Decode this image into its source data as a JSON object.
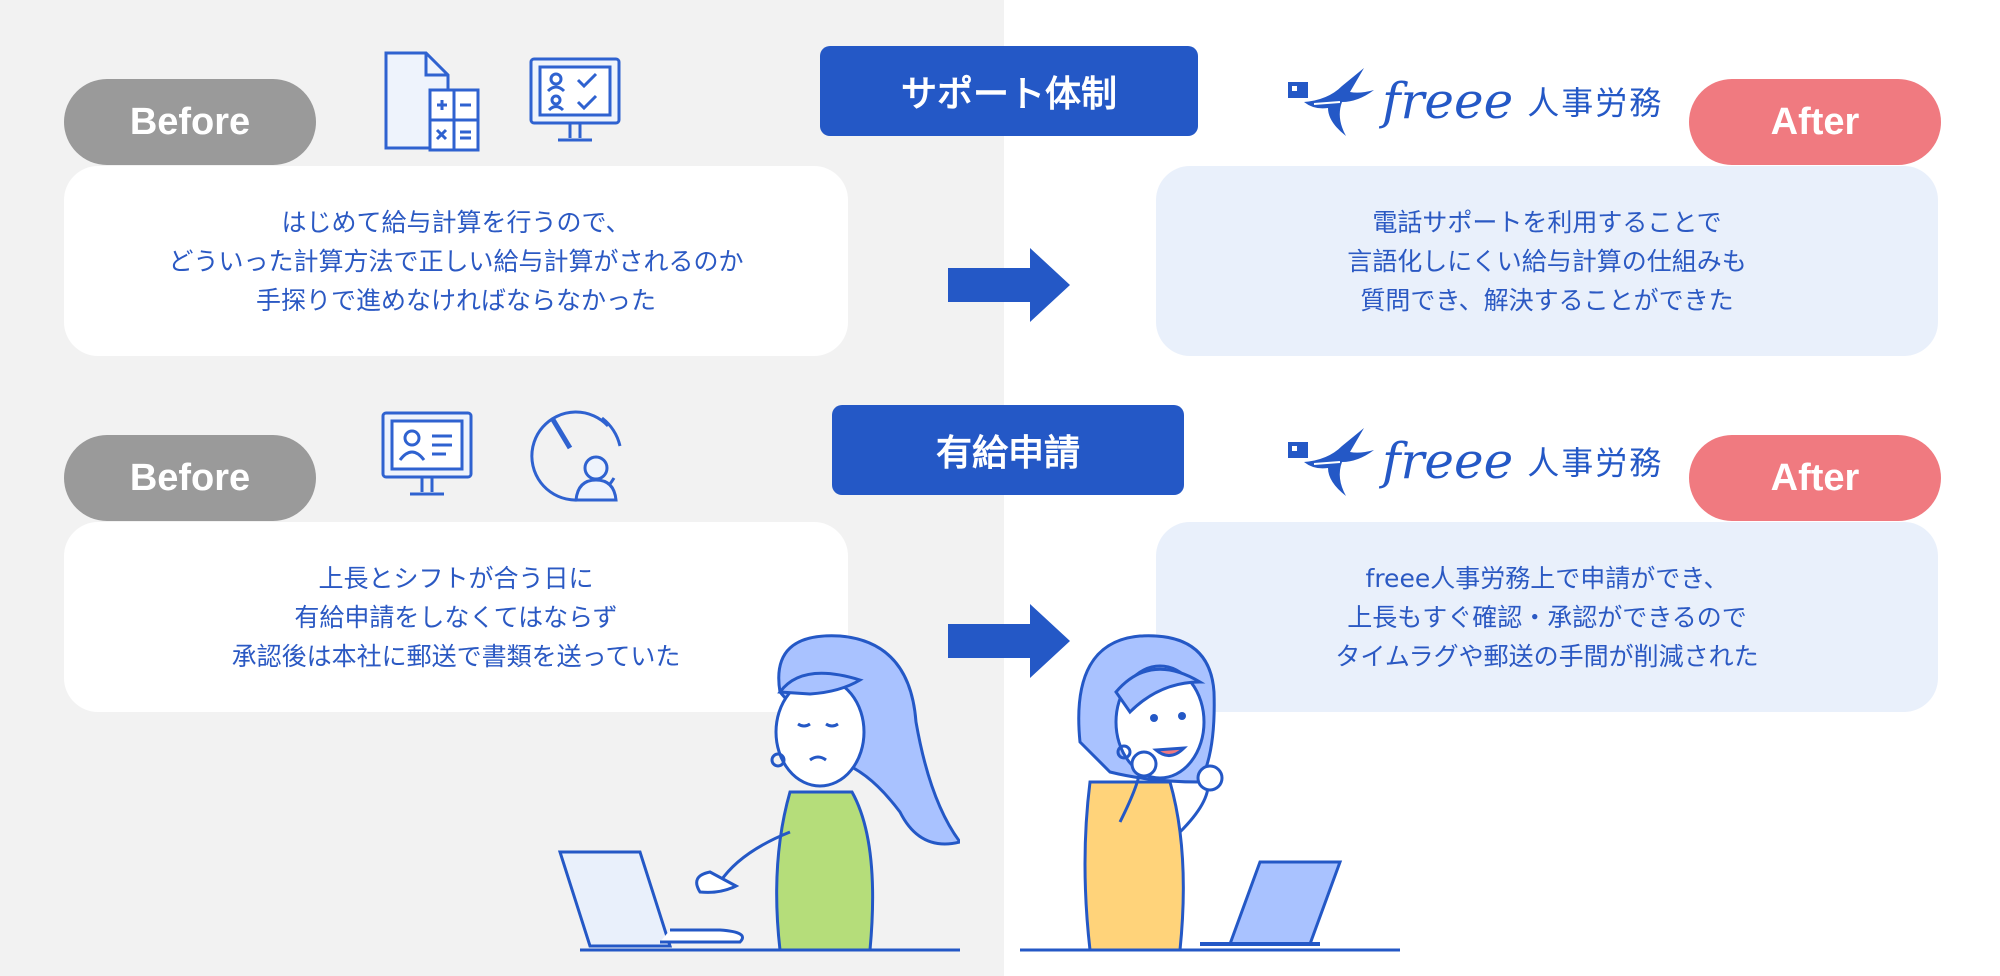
{
  "sections": [
    {
      "title": "サポート体制",
      "before": {
        "label": "Before",
        "lines": [
          "はじめて給与計算を行うので、",
          "どういった計算方法で正しい給与計算がされるのか",
          "手探りで進めなければならなかった"
        ]
      },
      "after": {
        "label": "After",
        "logo_word": "freee",
        "logo_suffix": "人事労務",
        "lines": [
          "電話サポートを利用することで",
          "言語化しにくい給与計算の仕組みも",
          "質問でき、解決することができた"
        ]
      }
    },
    {
      "title": "有給申請",
      "before": {
        "label": "Before",
        "lines": [
          "上長とシフトが合う日に",
          "有給申請をしなくてはならず",
          "承認後は本社に郵送で書類を送っていた"
        ]
      },
      "after": {
        "label": "After",
        "logo_word": "freee",
        "logo_suffix": "人事労務",
        "lines": [
          "freee人事労務上で申請ができ、",
          "上長もすぐ確認・承認ができるので",
          "タイムラグや郵送の手間が削減された"
        ]
      }
    }
  ],
  "colors": {
    "left_bg": "#f2f2f2",
    "accent_blue": "#2458c6",
    "text_blue": "#2b59c3",
    "before_gray": "#9a9a9a",
    "after_pink": "#f07a80",
    "after_card": "#e9f0fb"
  },
  "icons": [
    "document-calculator-icon",
    "monitor-checklist-icon",
    "monitor-profile-icon",
    "clock-person-icon",
    "swallow-logo-icon",
    "right-arrow-icon"
  ]
}
